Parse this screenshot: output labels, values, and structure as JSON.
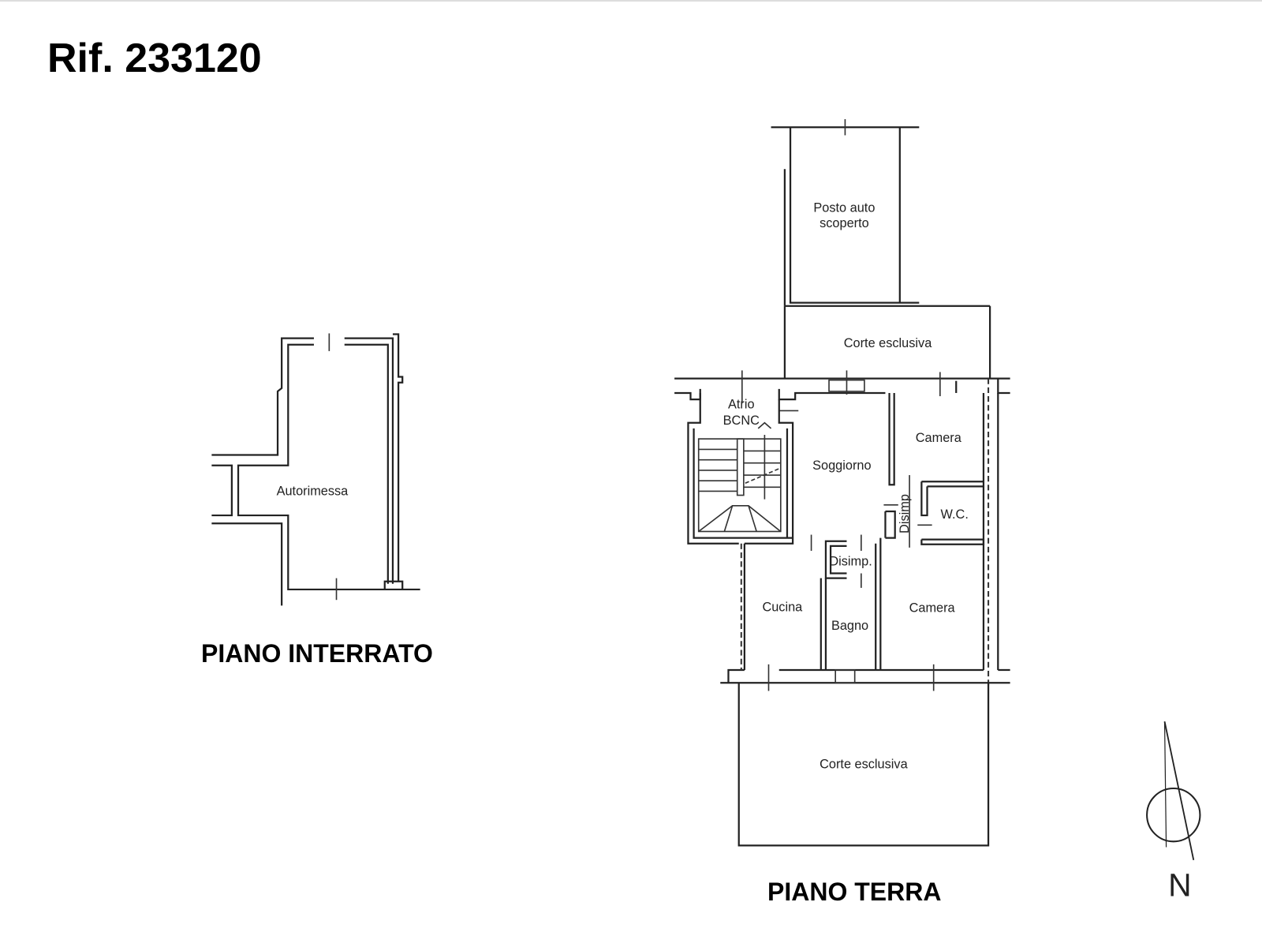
{
  "reference": "Rif. 233120",
  "basement": {
    "title": "PIANO INTERRATO",
    "rooms": {
      "garage": "Autorimessa"
    }
  },
  "ground_floor": {
    "title": "PIANO TERRA",
    "rooms": {
      "parking": [
        "Posto auto",
        "scoperto"
      ],
      "courtyard_north": "Corte esclusiva",
      "atrium": [
        "Atrio",
        "BCNC"
      ],
      "living": "Soggiorno",
      "bedroom_1": "Camera",
      "hallway_vertical": "Disimp",
      "wc": "W.C.",
      "hallway": "Disimp.",
      "kitchen": "Cucina",
      "bathroom": "Bagno",
      "bedroom_2": "Camera",
      "courtyard_south": "Corte esclusiva"
    }
  },
  "compass": {
    "label": "N"
  }
}
